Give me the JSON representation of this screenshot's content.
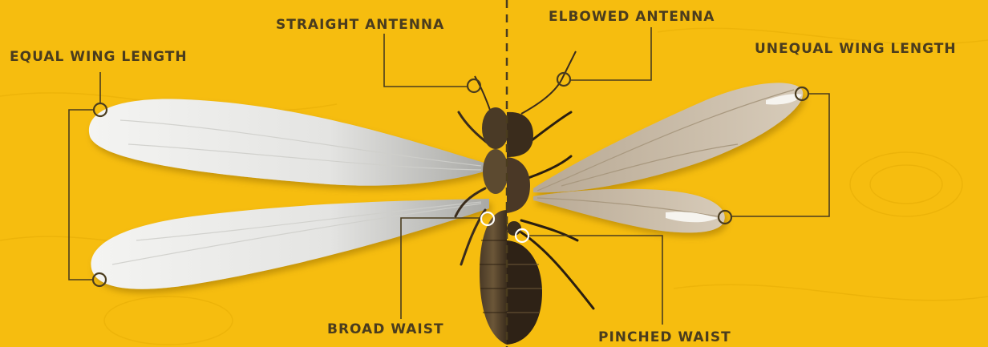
{
  "labels": {
    "equal_wing_length": "EQUAL WING LENGTH",
    "straight_antenna": "STRAIGHT ANTENNA",
    "elbowed_antenna": "ELBOWED ANTENNA",
    "unequal_wing_length": "UNEQUAL WING LENGTH",
    "broad_waist": "BROAD WAIST",
    "pinched_waist": "PINCHED WAIST"
  },
  "colors": {
    "background": "#f6bd0f",
    "text": "#4a3c1e",
    "leader_line": "#4a3c1e",
    "termite_wing": "#eeeeec",
    "ant_wing": "#c9bba8",
    "body_dark": "#3a2c1c",
    "body_light": "#6b5638"
  }
}
